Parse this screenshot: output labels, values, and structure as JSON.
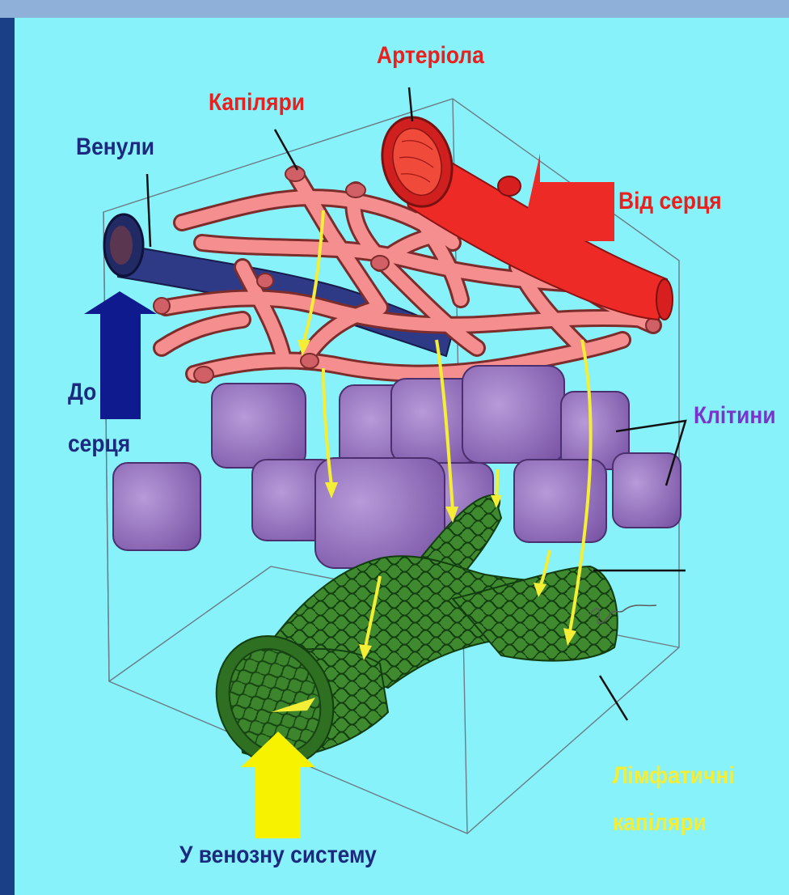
{
  "colors": {
    "panel_background": "#88f2fb",
    "left_strip": "#1a3f86",
    "arteriole": "#ee2a26",
    "venule": "#2f3a86",
    "capillaries": "#f58e8e",
    "cells": "#8a66b4",
    "lymphatic": "#3f8a2e",
    "flow_arrows": "#f4ee36"
  },
  "labels": {
    "arteriole": "Артеріола",
    "capillaries": "Капіляри",
    "venules": "Венули",
    "from_heart": "Від серця",
    "to_heart_line1": "До",
    "to_heart_line2": "серця",
    "cells": "Клітини",
    "lymph_line1": "Лімфатичні",
    "lymph_line2": "капіляри",
    "to_venous_system": "У венозну систему"
  }
}
